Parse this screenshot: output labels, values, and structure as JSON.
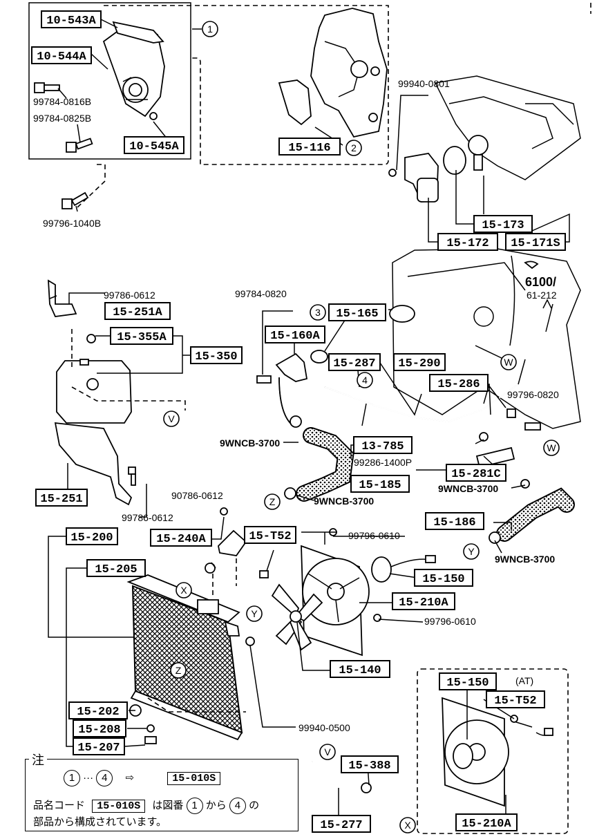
{
  "parts": {
    "p10543A": "10-543A",
    "p10544A": "10-544A",
    "p10545A": "10-545A",
    "p15116": "15-116",
    "p15173": "15-173",
    "p15172": "15-172",
    "p15171S": "15-171S",
    "p15251A": "15-251A",
    "p15355A": "15-355A",
    "p15350": "15-350",
    "p15251": "15-251",
    "p15160A": "15-160A",
    "p15165": "15-165",
    "p15287": "15-287",
    "p15290": "15-290",
    "p15286": "15-286",
    "p13785": "13-785",
    "p15185": "15-185",
    "p15281C": "15-281C",
    "p15186": "15-186",
    "p15200": "15-200",
    "p15240A": "15-240A",
    "p15T52": "15-T52",
    "p15205": "15-205",
    "p15150": "15-150",
    "p15210A": "15-210A",
    "p15140": "15-140",
    "p15202": "15-202",
    "p15208": "15-208",
    "p15207": "15-207",
    "p15388": "15-388",
    "p15277": "15-277",
    "p15150b": "15-150",
    "p15T52b": "15-T52",
    "p15210Ab": "15-210A",
    "p15010S": "15-010S"
  },
  "refs": {
    "r99784_0816B": "99784-0816B",
    "r99784_0825B": "99784-0825B",
    "r99796_1040B": "99796-1040B",
    "r99940_0801": "99940-0801",
    "r99786_0612a": "99786-0612",
    "r99784_0820": "99784-0820",
    "r99796_0820": "99796-0820",
    "r9WNCB_a": "9WNCB-3700",
    "r99286": "99286-1400P",
    "r9WNCB_b": "9WNCB-3700",
    "r9WNCB_c": "9WNCB-3700",
    "r9WNCB_d": "9WNCB-3700",
    "r99786_0612b": "99786-0612",
    "r90786_0612": "90786-0612",
    "r99796_0610a": "99796-0610",
    "r99796_0610b": "99796-0610",
    "r99940_0500": "99940-0500",
    "ref6100": "6100/",
    "ref61212": "61-212",
    "at": "(AT)"
  },
  "markers": {
    "c1": "1",
    "c2": "2",
    "c3": "3",
    "c4": "4",
    "v1": "V",
    "v2": "V",
    "w1": "W",
    "w2": "W",
    "x1": "X",
    "x2": "X",
    "y1": "Y",
    "y2": "Y",
    "z1": "Z",
    "z2": "Z"
  },
  "note": {
    "title": "注",
    "c_from": "1",
    "dots": "···",
    "c_to": "4",
    "arrow": "⇨",
    "code": "15-010S",
    "line2_a": "品名コード",
    "line2_code": "15-010S",
    "line2_b": "は図番",
    "line2_c1": "1",
    "line2_c": "から",
    "line2_c4": "4",
    "line2_d": "の",
    "line3": "部品から構成されています。"
  }
}
